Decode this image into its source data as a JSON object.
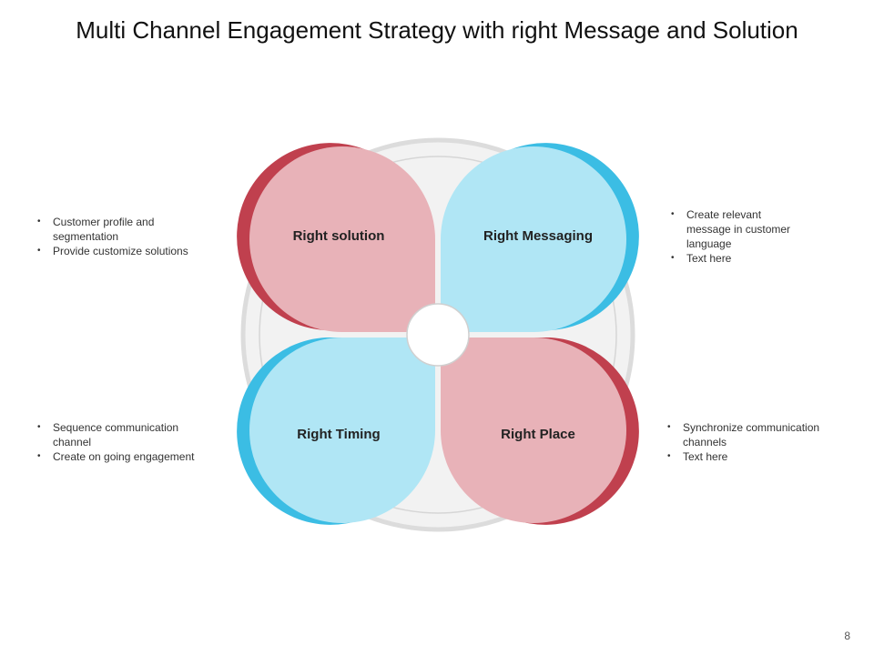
{
  "title": "Multi Channel Engagement Strategy with right Message and Solution",
  "colors": {
    "pink_fill": "#e8b2b8",
    "pink_edge": "#c0404e",
    "blue_fill": "#b0e6f5",
    "blue_edge": "#3bbde4",
    "ring": "#dcdcdc",
    "ring_fill": "#f2f2f2"
  },
  "petals": {
    "top_left": {
      "label": "Right solution"
    },
    "top_right": {
      "label": "Right Messaging"
    },
    "bottom_left": {
      "label": "Right Timing"
    },
    "bottom_right": {
      "label": "Right Place"
    }
  },
  "notes": {
    "top_left": [
      "Customer profile and segmentation",
      "Provide customize solutions"
    ],
    "top_right": [
      "Create relevant message in customer language",
      "Text here"
    ],
    "bottom_left": [
      "Sequence communication channel",
      "Create on going engagement"
    ],
    "bottom_right": [
      "Synchronize communication channels",
      "Text here"
    ]
  },
  "page_number": "8"
}
